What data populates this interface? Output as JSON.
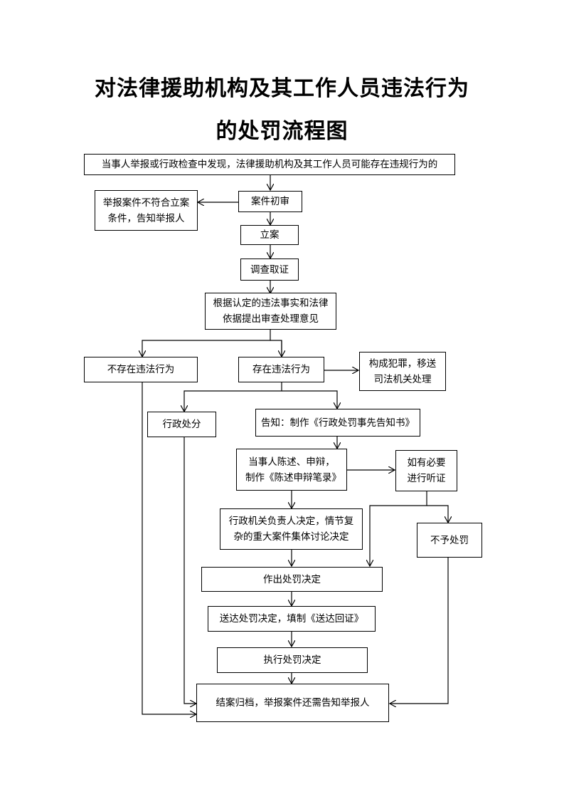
{
  "title": {
    "line1": "对法律援助机构及其工作人员违法行为",
    "line2": "的处罚流程图"
  },
  "nodes": {
    "start": "当事人举报或行政检查中发现，法律援助机构及其工作人员可能存在违规行为的",
    "initial_review": "案件初审",
    "not_qualified": "举报案件不符合立案条件，告知举报人",
    "filing": "立案",
    "investigation": "调查取证",
    "review_opinion": "根据认定的违法事实和法律依据提出审查处理意见",
    "no_violation": "不存在违法行为",
    "violation": "存在违法行为",
    "crime_transfer": "构成犯罪，移送司法机关处理",
    "admin_penalty": "行政处分",
    "notice": "告知：制作《行政处罚事先告知书》",
    "statement": "当事人陈述、申辩，制作《陈述申辩笔录》",
    "hearing": "如有必要进行听证",
    "decision_by_head": "行政机关负责人决定，情节复杂的重大案件集体讨论决定",
    "no_penalty": "不予处罚",
    "make_decision": "作出处罚决定",
    "deliver_decision": "送达处罚决定，填制《送达回证》",
    "execute_decision": "执行处罚决定",
    "close_case": "结案归档，举报案件还需告知举报人"
  }
}
